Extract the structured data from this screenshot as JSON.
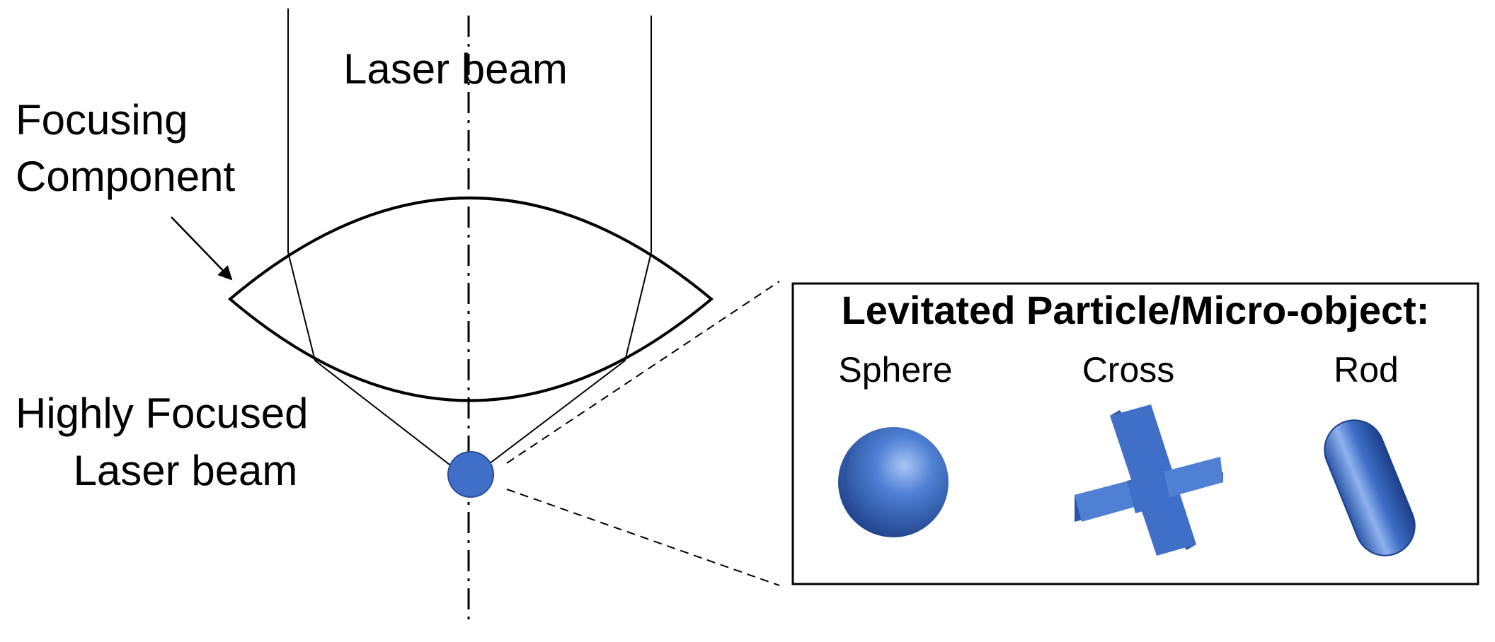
{
  "labels": {
    "laser_beam": "Laser beam",
    "focusing_line1": "Focusing",
    "focusing_line2": "Component",
    "focused_line1": "Highly Focused",
    "focused_line2": "Laser beam"
  },
  "inset": {
    "title": "Levitated Particle/Micro-object:",
    "shapes": [
      {
        "label": "Sphere"
      },
      {
        "label": "Cross"
      },
      {
        "label": "Rod"
      }
    ]
  },
  "colors": {
    "particle": "#3f6fc6",
    "particle_dark": "#1c3f8a",
    "particle_light": "#9fbdf0",
    "line": "#000000"
  }
}
